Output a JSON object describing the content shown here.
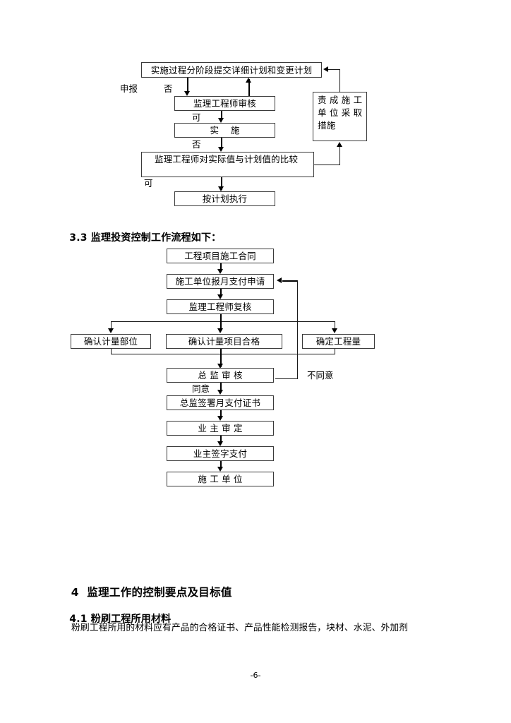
{
  "document": {
    "page_number": "-6-"
  },
  "flow1": {
    "boxes": {
      "submit_plan": "实施过程分阶段提交详细计划和变更计划",
      "engineer_review": "监理工程师审核",
      "implement": "实    施",
      "compare": "监理工程师对实际值与计划值的比较",
      "execute_plan": "按计划执行",
      "corrective_action": "责 成 施 工\n单 位 采 取\n措施"
    },
    "labels": {
      "apply": "申报",
      "no_1": "否",
      "yes_1": "可",
      "no_2": "否",
      "yes_2": "可"
    }
  },
  "section_3_3": {
    "number": "3.3",
    "title": "监理投资控制工作流程如下："
  },
  "flow2": {
    "boxes": {
      "contract": "工程项目施工合同",
      "payment_application": "施工单位报月支付申请",
      "engineer_recheck": "监理工程师复核",
      "confirm_position": "确认计量部位",
      "confirm_qualified": "确认计量项目合格",
      "determine_quantity": "确定工程量",
      "chief_review": "总 监 审 核",
      "chief_sign_certificate": "总监签署月支付证书",
      "owner_approve": "业 主 审 定",
      "owner_sign_pay": "业主签字支付",
      "construction_unit": "施 工 单 位"
    },
    "labels": {
      "agree": "同意",
      "disagree": "不同意"
    }
  },
  "section_4": {
    "number": "4",
    "title": "监理工作的控制要点及目标值"
  },
  "section_4_1": {
    "number": "4.1",
    "title": "粉刷工程所用材料",
    "paragraph": "粉刷工程所用的材料应有产品的合格证书、产品性能检测报告，块材、水泥、外加剂"
  }
}
